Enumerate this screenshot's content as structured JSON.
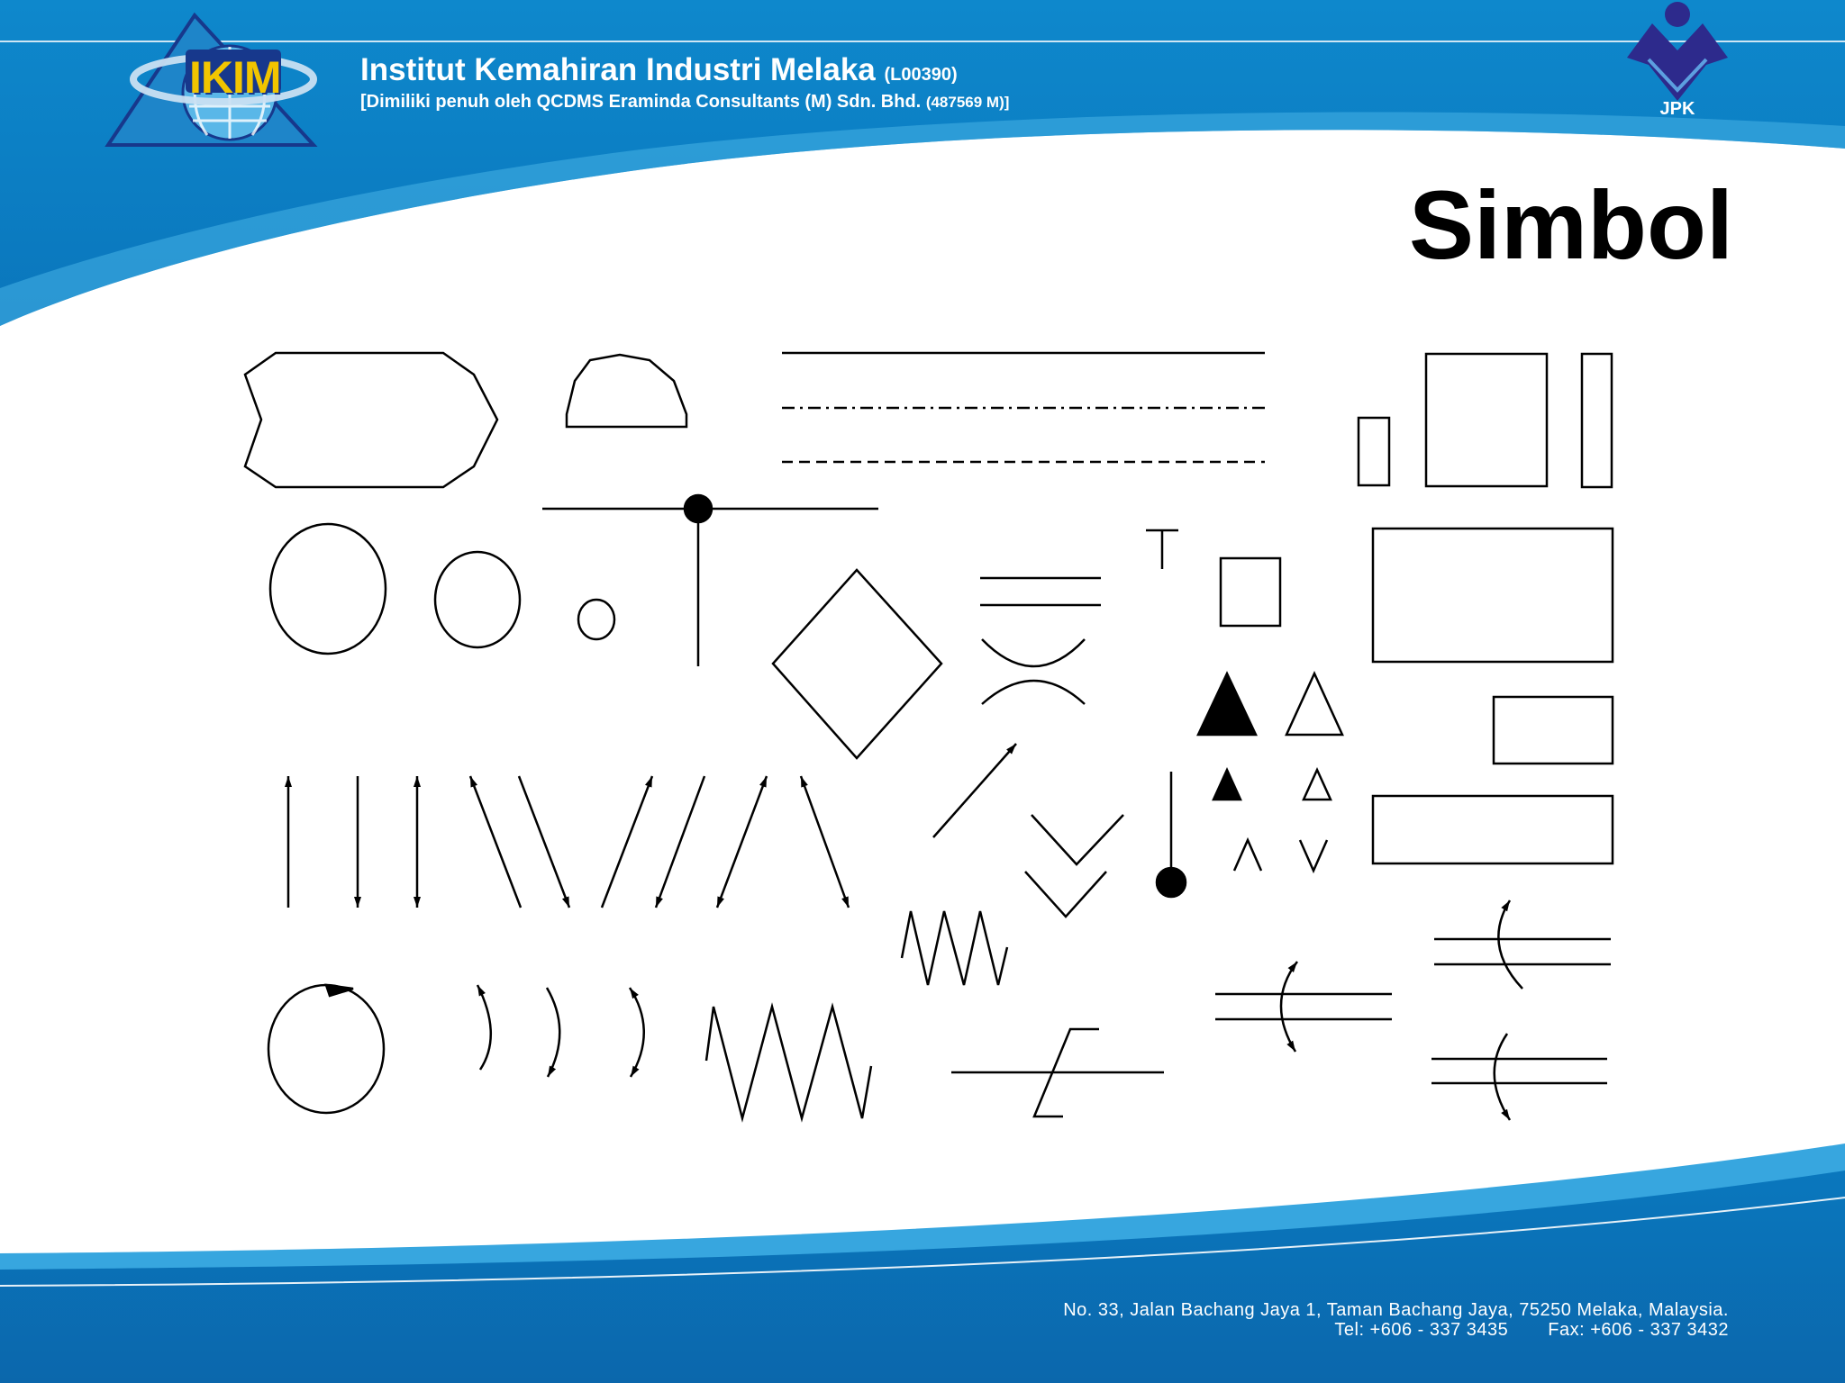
{
  "header": {
    "logo_text": "IKIM",
    "institute_name": "Institut Kemahiran Industri Melaka",
    "institute_code": "(L00390)",
    "ownership_text": "[Dimiliki penuh oleh QCDMS Eraminda Consultants (M) Sdn. Bhd.",
    "ownership_code": "(487569 M)]",
    "jpk_label": "JPK"
  },
  "title": "Simbol",
  "footer": {
    "address": "No. 33, Jalan Bachang Jaya 1, Taman Bachang Jaya, 75250 Melaka, Malaysia.",
    "tel": "Tel: +606 - 337 3435",
    "fax": "Fax: +606 - 337 3432"
  },
  "colors": {
    "header_blue": "#0a7ec2",
    "header_dark": "#07599b",
    "logo_yellow": "#f2c500",
    "logo_navy": "#17388c",
    "jpk_navy": "#2d2a8c"
  },
  "icons": [
    "ikim-triangle-logo",
    "globe-icon",
    "jpk-logo"
  ]
}
